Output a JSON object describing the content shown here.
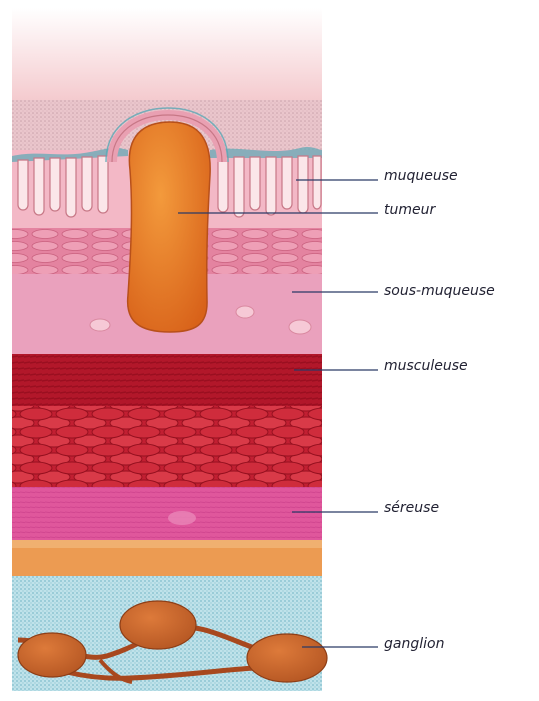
{
  "labels": {
    "mucosa": "muqueuse",
    "tumor": "tumeur",
    "submucosa": "sous-muqueuse",
    "muscularis": "musculeuse",
    "serosa": "séreuse",
    "lymph_node": "ganglion"
  },
  "colors": {
    "leader_line": "#2b3a66",
    "mucosa_pink": "#f2b7c4",
    "villi_fill": "#fbe4e6",
    "tumor_orange": "#e27a22",
    "submucosa_pink": "#e896b8",
    "muscle_red": "#b81a2c",
    "serosa_magenta": "#e2559a",
    "fat_orange": "#ec9b52",
    "tissue_cyan": "#bfe2ea",
    "ganglion_brown": "#c8652b"
  }
}
